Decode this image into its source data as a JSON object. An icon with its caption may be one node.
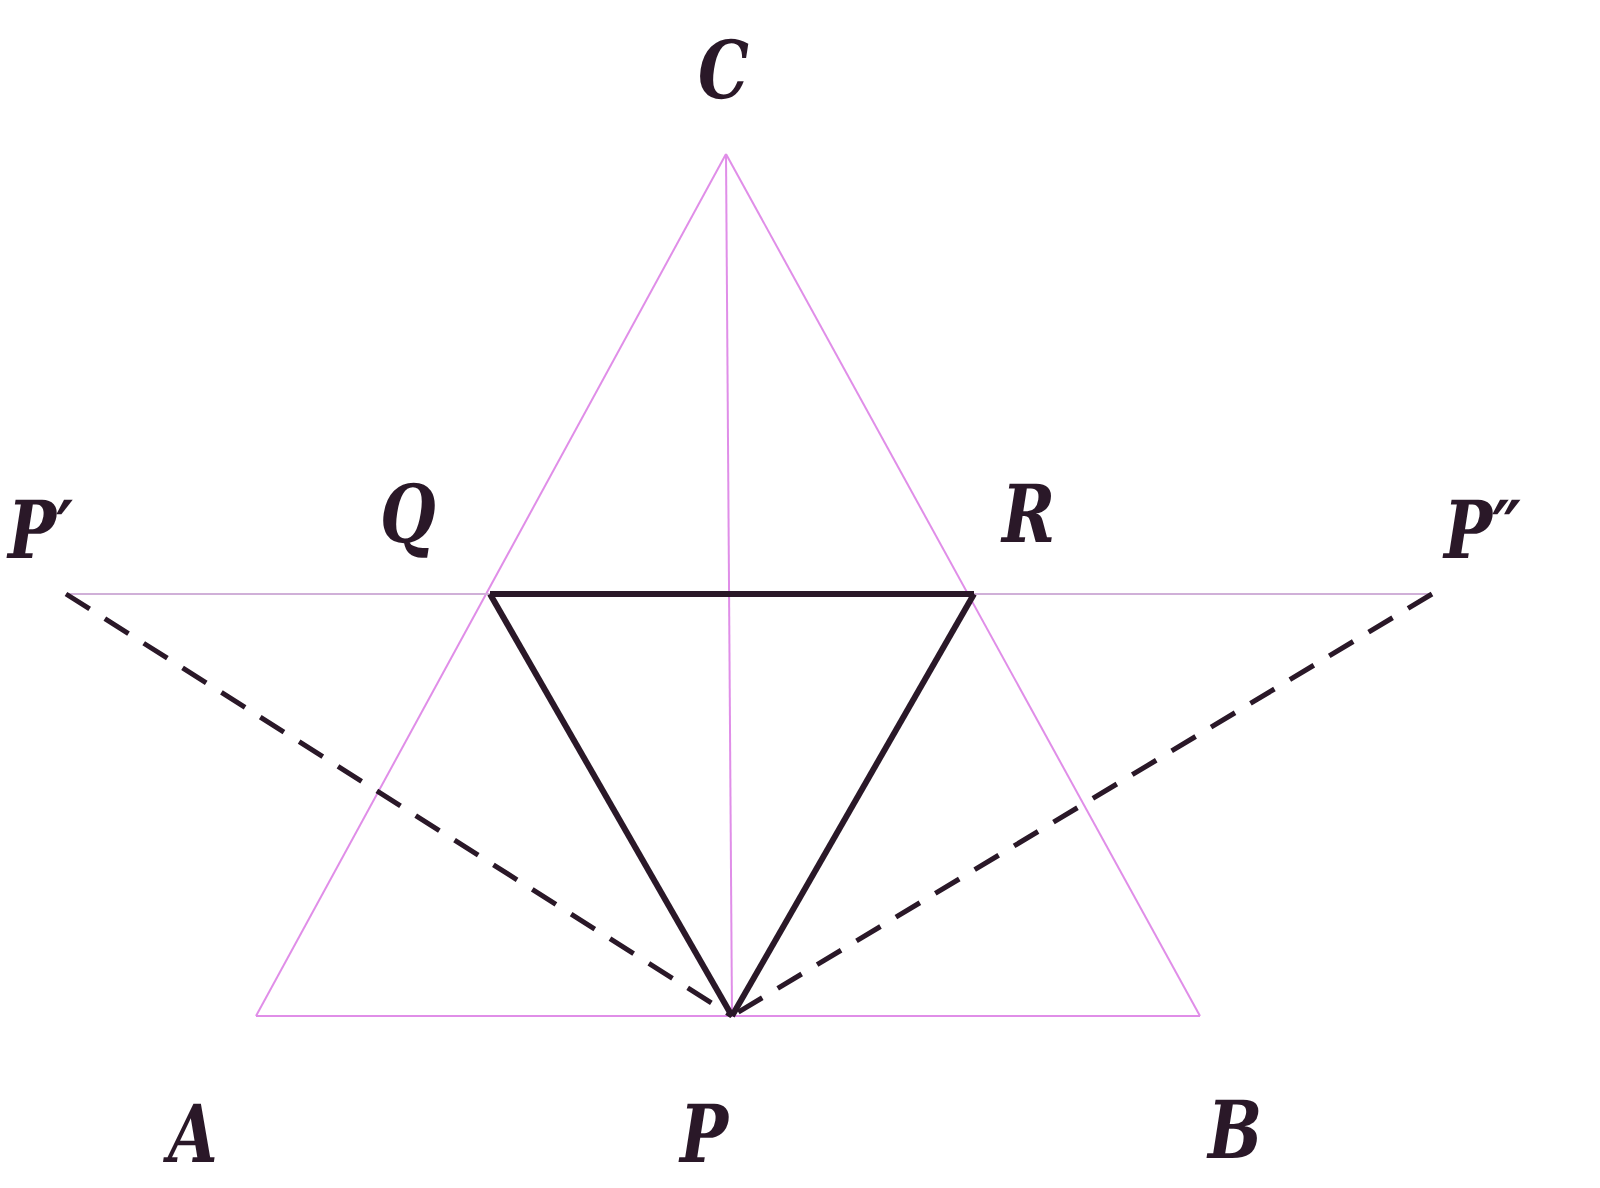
{
  "diagram": {
    "nodes": [
      {
        "text": [
          "C"
        ]
      },
      {
        "text": [
          "P′"
        ]
      },
      {
        "text": [
          "Q"
        ]
      },
      {
        "text": [
          "R"
        ]
      },
      {
        "text": [
          "P″"
        ]
      },
      {
        "text": [
          "A"
        ]
      },
      {
        "text": [
          "P"
        ]
      },
      {
        "text": [
          "B"
        ]
      }
    ],
    "edges": [
      {
        "from": 5,
        "to": 7,
        "arrow": "none",
        "color": "#e08ee8"
      },
      {
        "from": 7,
        "to": 0,
        "arrow": "none",
        "color": "#e08ee8"
      },
      {
        "from": 0,
        "to": 5,
        "arrow": "none",
        "color": "#e08ee8"
      },
      {
        "from": 0,
        "to": 6,
        "arrow": "none",
        "color": "#e08ee8"
      },
      {
        "from": 1,
        "to": 4,
        "arrow": "none",
        "color": "#d0b0d8"
      },
      {
        "from": 2,
        "to": 3,
        "arrow": "none",
        "style": "thick",
        "color": "#2a1828"
      },
      {
        "from": 3,
        "to": 6,
        "arrow": "none",
        "style": "thick",
        "color": "#2a1828"
      },
      {
        "from": 6,
        "to": 2,
        "arrow": "none",
        "style": "thick",
        "color": "#2a1828"
      },
      {
        "from": 1,
        "to": 6,
        "arrow": "none",
        "style": "dashed",
        "color": "#2a1828"
      },
      {
        "from": 4,
        "to": 6,
        "arrow": "none",
        "style": "dashed",
        "color": "#2a1828"
      }
    ]
  }
}
